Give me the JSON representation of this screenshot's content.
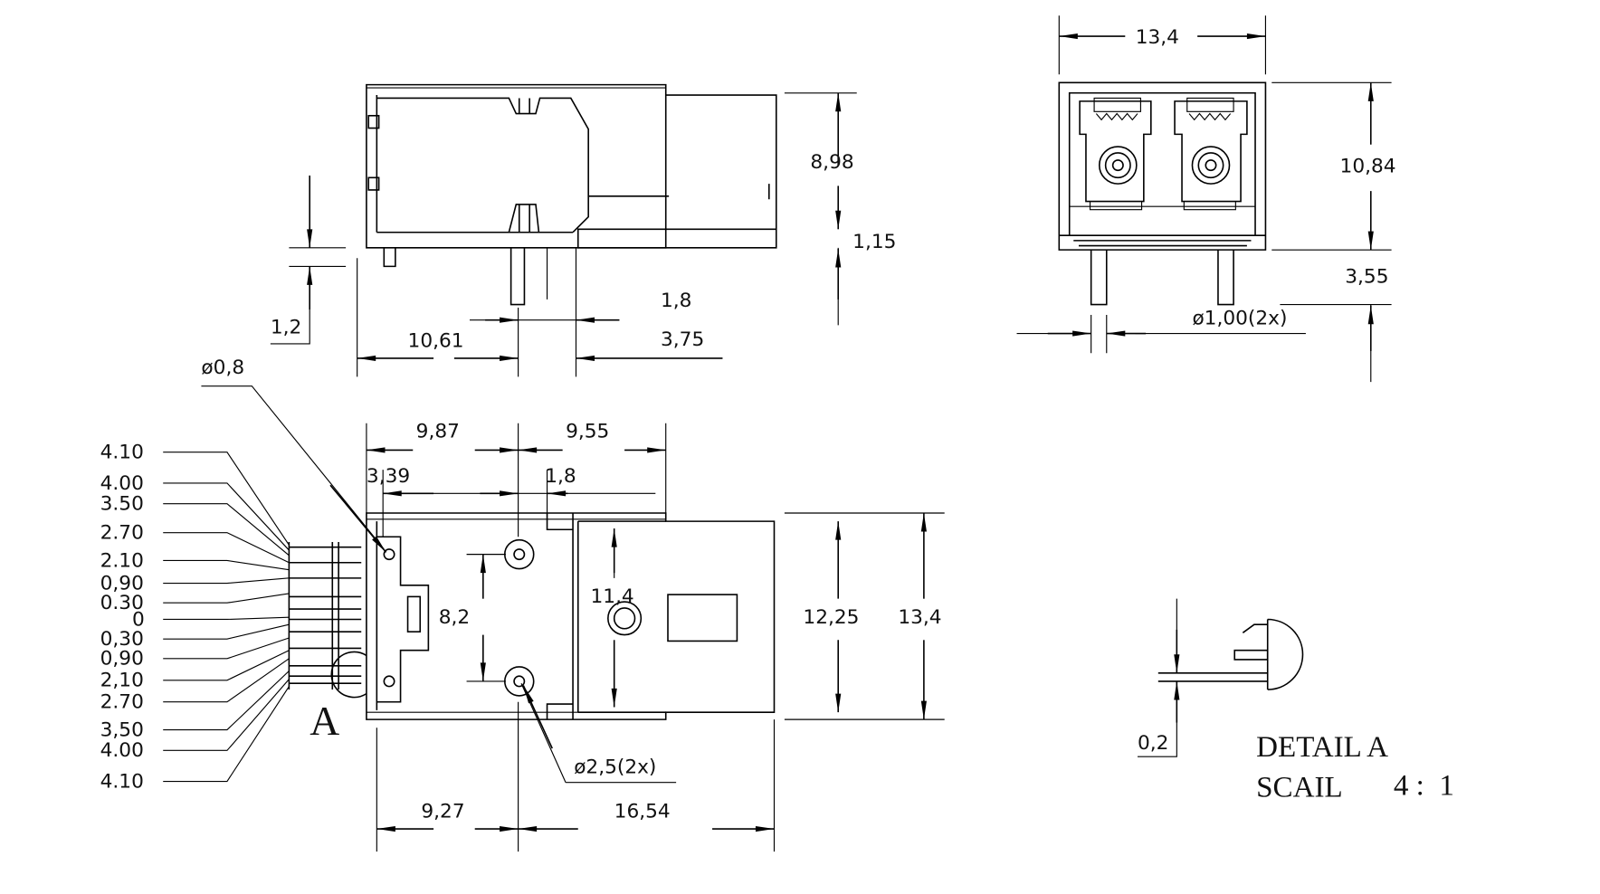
{
  "side_view": {
    "height": "8,98",
    "base": "1,15",
    "pin_len": "1,2",
    "pin_w": "1,8",
    "to_pin": "10,61",
    "pin_to_edge": "3,75"
  },
  "front_view": {
    "width": "13,4",
    "height": "10,84",
    "pin_len": "3,55",
    "pin_dia": "ø1,00(2x)"
  },
  "top_view": {
    "hole_small": "ø0,8",
    "d1": "9,87",
    "d2": "9,55",
    "d3": "3,39",
    "d4": "1,8",
    "hole_pitch": "8,2",
    "d5": "11,4",
    "inner_w": "12,25",
    "outer_w": "13,4",
    "detail_marker": "A",
    "hole_large": "ø2,5(2x)",
    "bottom1": "9,27",
    "bottom2": "16,54"
  },
  "pin_offsets": [
    "4.10",
    "4.00",
    "3.50",
    "2.70",
    "2.10",
    "0,90",
    "0.30",
    "0",
    "0,30",
    "0,90",
    "2,10",
    "2.70",
    "3,50",
    "4.00",
    "4.10"
  ],
  "detail": {
    "dim": "0,2",
    "title": "DETAIL A",
    "scale_label": "SCAIL",
    "scale_value": "4 :  1"
  }
}
